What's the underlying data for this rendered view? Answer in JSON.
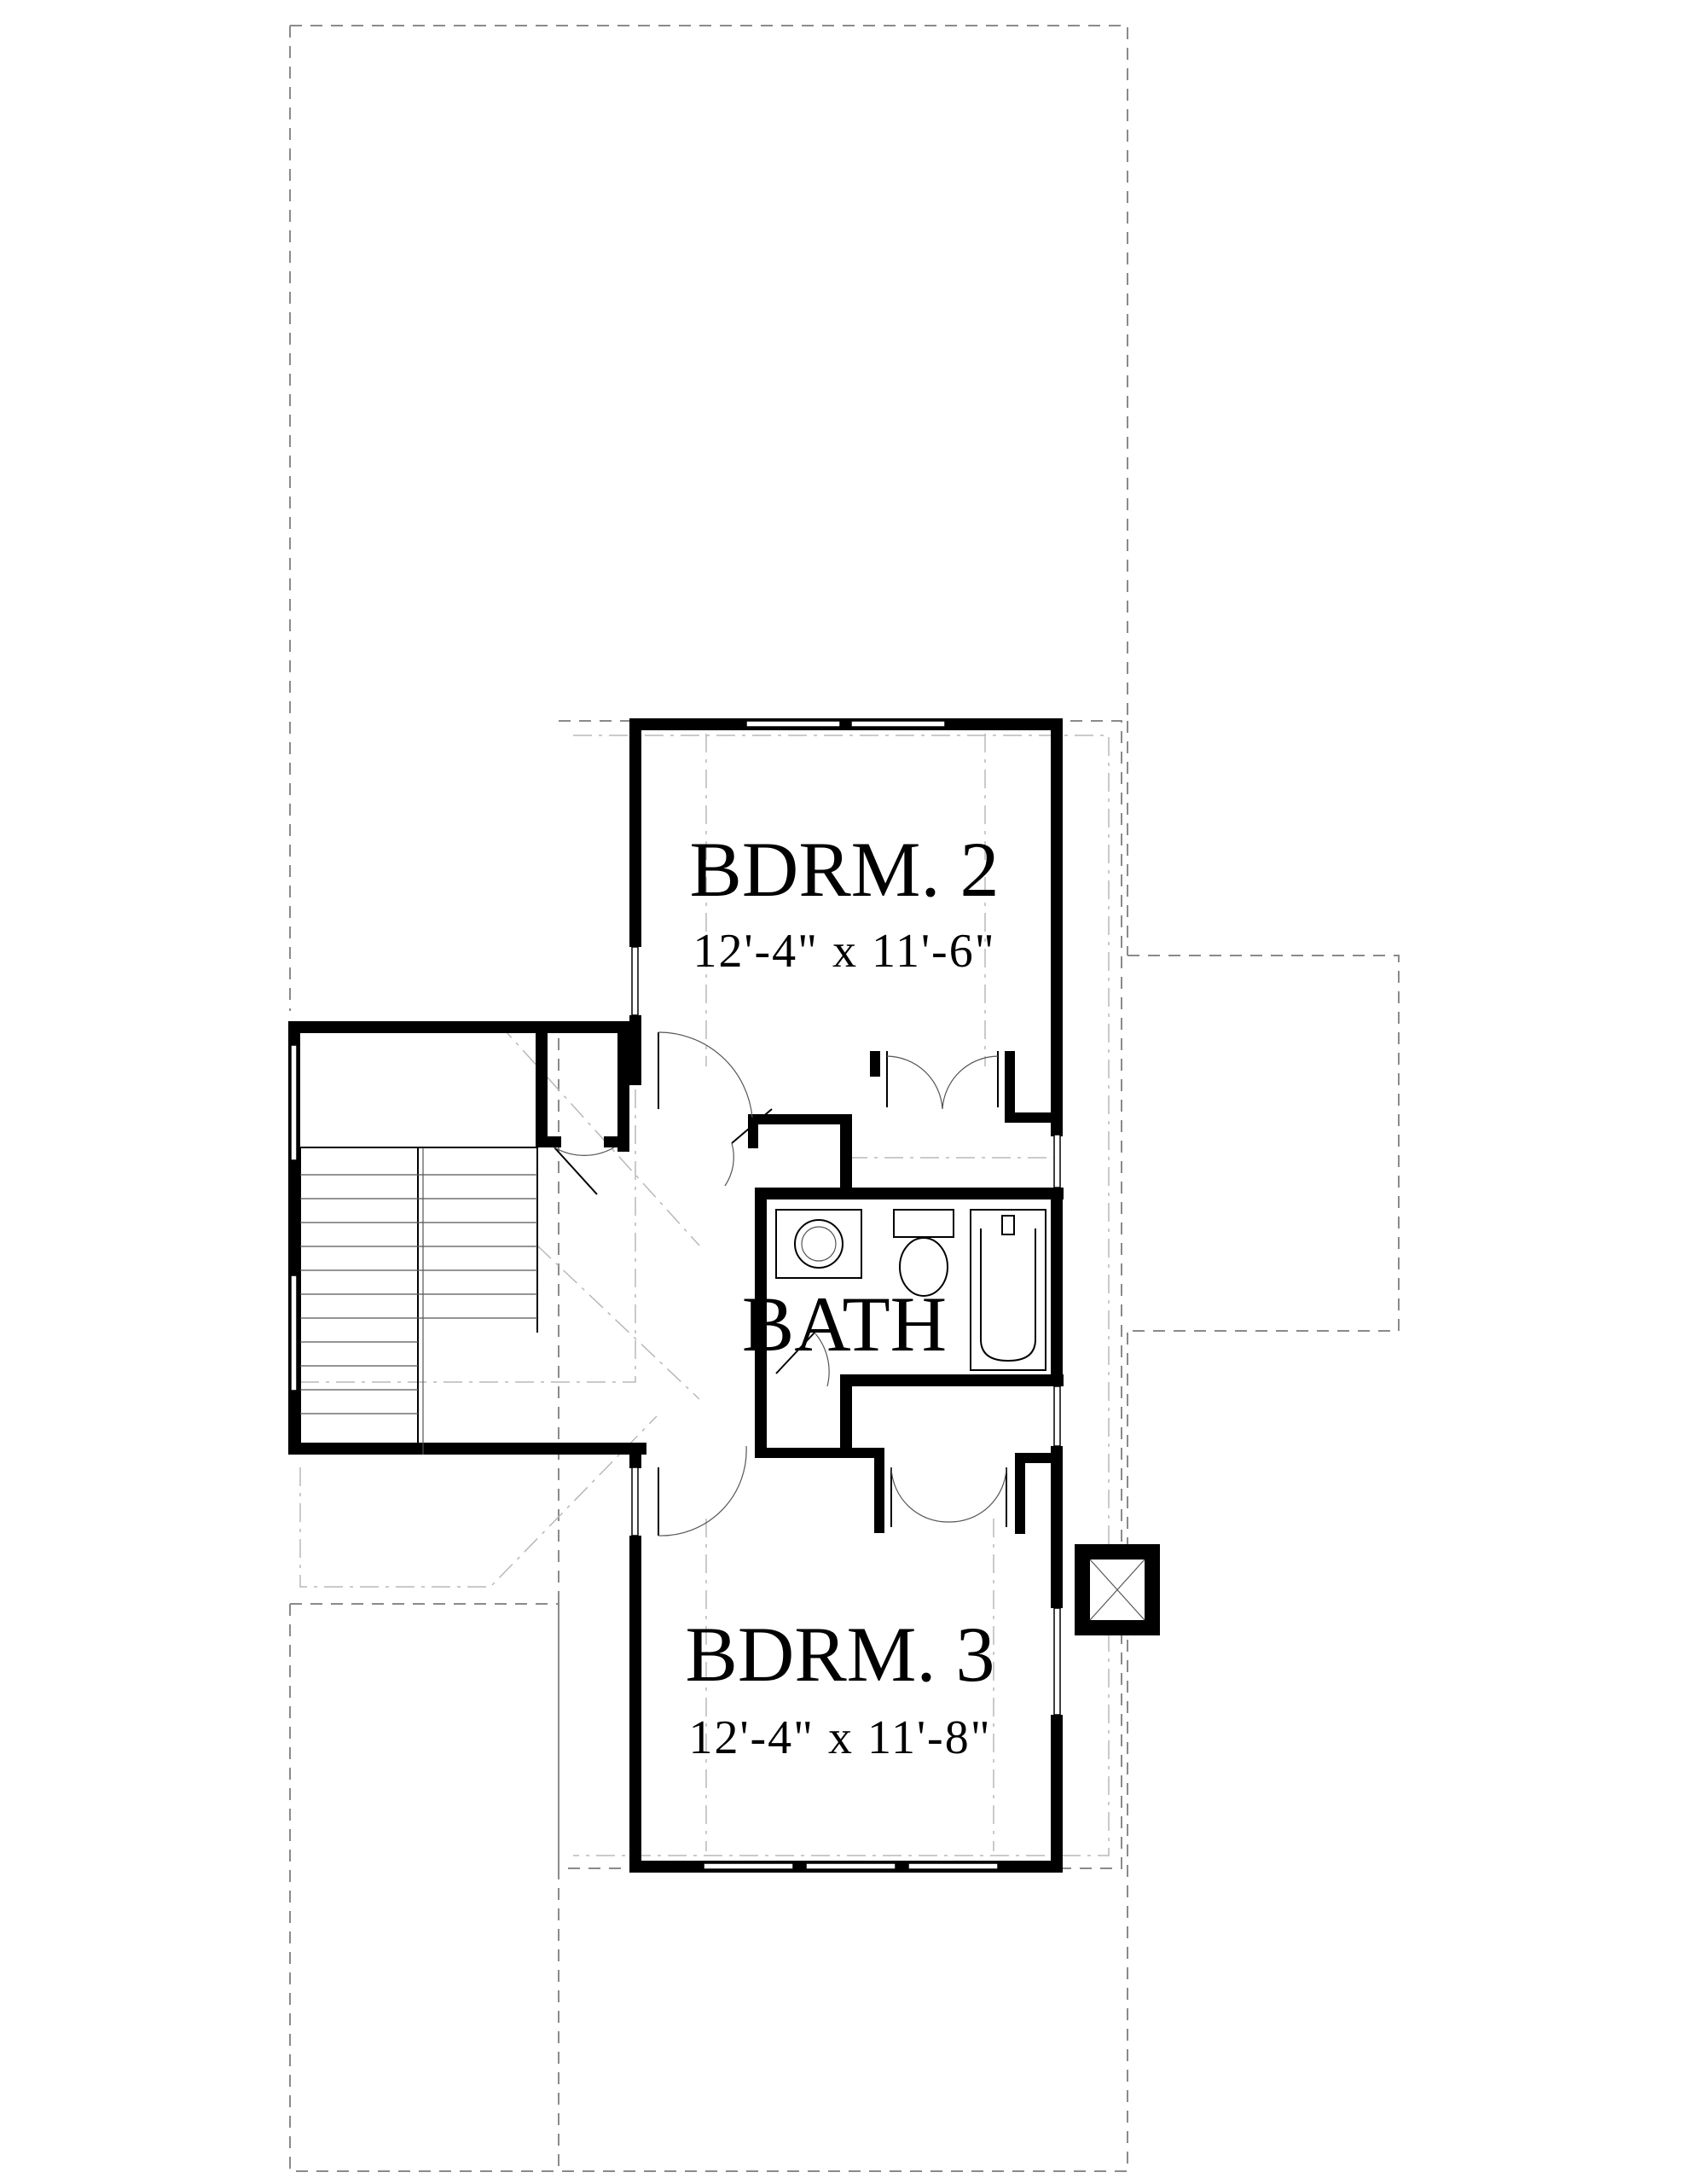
{
  "rooms": {
    "bedroom_2": {
      "name": "BDRM. 2",
      "dims": "12'-4\" x 11'-6\""
    },
    "bath": {
      "name": "BATH"
    },
    "bedroom_3": {
      "name": "BDRM. 3",
      "dims": "12'-4\" x 11'-8\""
    }
  },
  "colors": {
    "wall": "#000000",
    "outline": "#8a8a8a",
    "background": "#ffffff"
  }
}
